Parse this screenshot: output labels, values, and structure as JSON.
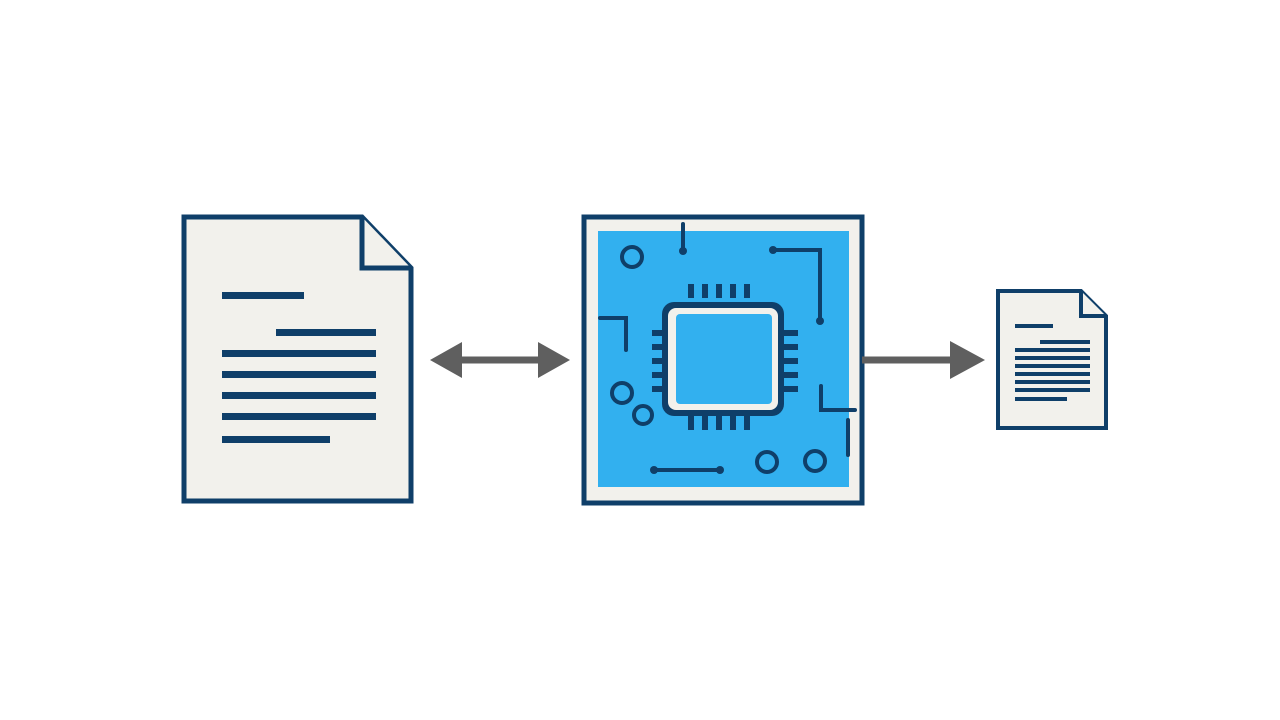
{
  "diagram": {
    "nodes": [
      {
        "id": "source-document",
        "icon": "document-icon"
      },
      {
        "id": "processor-board",
        "icon": "circuit-chip-icon"
      },
      {
        "id": "output-document",
        "icon": "document-icon"
      }
    ],
    "edges": [
      {
        "from": "source-document",
        "to": "processor-board",
        "direction": "bidirectional"
      },
      {
        "from": "processor-board",
        "to": "output-document",
        "direction": "forward"
      }
    ]
  },
  "colors": {
    "outline": "#0f3f69",
    "paper": "#f2f1ec",
    "board": "#32b0ef",
    "arrow": "#5f5f5f",
    "background": "#ffffff"
  }
}
